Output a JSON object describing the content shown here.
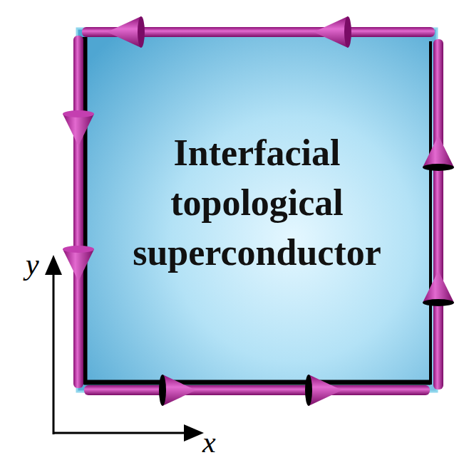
{
  "diagram": {
    "nodes": [
      {
        "text": [
          "Interfacial topological superconductor"
        ]
      }
    ],
    "labels": [
      "y",
      "x"
    ]
  }
}
